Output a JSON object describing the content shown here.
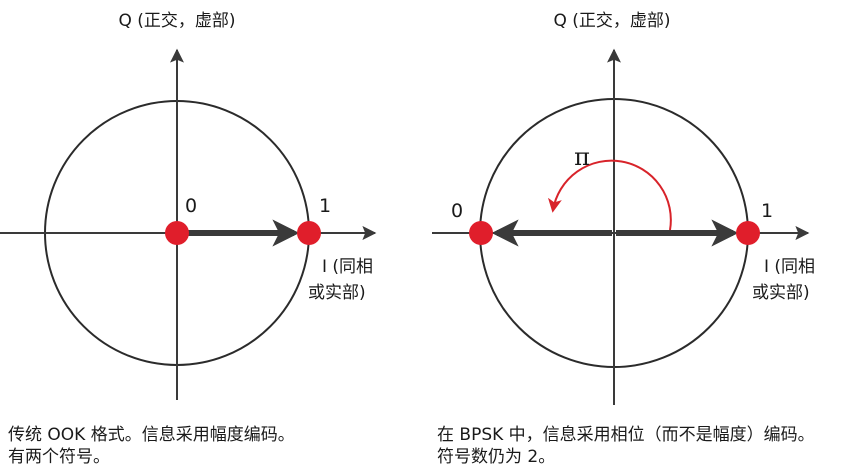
{
  "left_panel": {
    "q_axis_label": "Q (正交，虚部)",
    "i_axis_label_line1": "I (同相",
    "i_axis_label_line2": "或实部)",
    "symbol_0_label": "0",
    "symbol_1_label": "1",
    "caption_line1": "传统 OOK 格式。信息采用幅度编码。",
    "caption_line2": "有两个符号。"
  },
  "right_panel": {
    "q_axis_label": "Q (正交，虚部)",
    "i_axis_label_line1": "I (同相",
    "i_axis_label_line2": "或实部)",
    "symbol_0_label": "0",
    "symbol_1_label": "1",
    "phase_label": "π",
    "caption_line1": "在 BPSK 中，信息采用相位（而不是幅度）编码。",
    "caption_line2": "符号数仍为 2。"
  },
  "colors": {
    "circle_stroke": "#2b2b2b",
    "axis": "#3a3a3a",
    "arrow": "#3a3a3a",
    "symbol_dot": "#e01e2b",
    "phase_arc": "#d8232a"
  }
}
